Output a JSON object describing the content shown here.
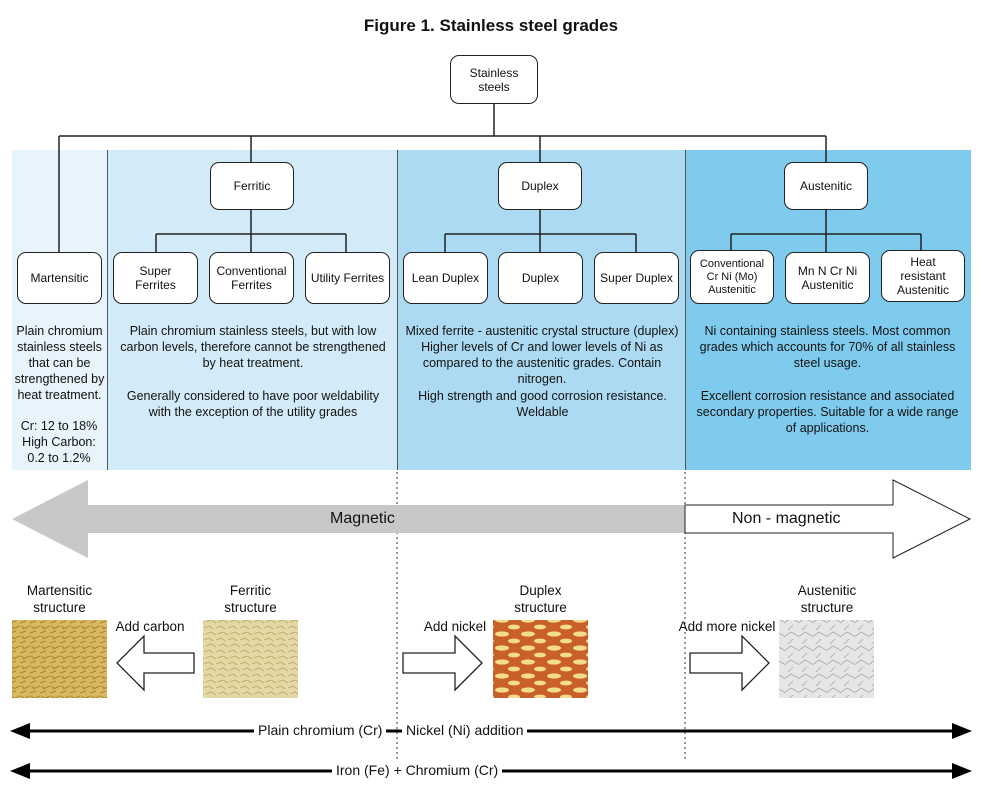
{
  "title": "Figure 1. Stainless steel grades",
  "root": "Stainless steels",
  "families": {
    "martensitic": {
      "label": "Martensitic",
      "desc": "Plain chromium stainless steels that can be strengthened by heat treatment.",
      "desc2": "Cr: 12 to 18% High Carbon: 0.2 to 1.2%"
    },
    "ferritic": {
      "label": "Ferritic",
      "children": [
        "Super Ferrites",
        "Conventional Ferrites",
        "Utility Ferrites"
      ],
      "desc": "Plain chromium stainless steels, but with low carbon levels, therefore cannot be strengthened by heat treatment.",
      "desc2": "Generally considered to have poor weldability with the exception of the utility grades"
    },
    "duplex": {
      "label": "Duplex",
      "children": [
        "Lean Duplex",
        "Duplex",
        "Super Duplex"
      ],
      "desc": "Mixed ferrite - austenitic crystal structure (duplex) Higher levels of Cr and lower levels of Ni as compared to the austenitic grades. Contain nitrogen.",
      "desc2": "High strength and good corrosion resistance. Weldable"
    },
    "austenitic": {
      "label": "Austenitic",
      "children": [
        "Conventional Cr Ni (Mo) Austenitic",
        "Mn N Cr Ni Austenitic",
        "Heat resistant Austenitic"
      ],
      "desc": "Ni containing stainless steels. Most common grades which accounts for 70% of all stainless steel usage.",
      "desc2": "Excellent corrosion resistance and associated secondary properties. Suitable for a wide range of applications."
    }
  },
  "magnetic": {
    "left": "Magnetic",
    "right": "Non - magnetic"
  },
  "structures": {
    "martensitic": "Martensitic structure",
    "ferritic": "Ferritic structure",
    "duplex": "Duplex structure",
    "austenitic": "Austenitic structure"
  },
  "additions": {
    "carbon": "Add carbon",
    "nickel": "Add nickel",
    "more_nickel": "Add more nickel"
  },
  "axes": {
    "line1_left": "Plain chromium (Cr)",
    "line1_right": "Nickel (Ni) addition",
    "line2": "Iron (Fe) + Chromium (Cr)"
  },
  "colors": {
    "panel1": "#e8f4fb",
    "panel2": "#d3ebf8",
    "panel3": "#acdaf2",
    "panel4": "#7fcbed",
    "magnetic_arrow": "#c8c8c8"
  }
}
